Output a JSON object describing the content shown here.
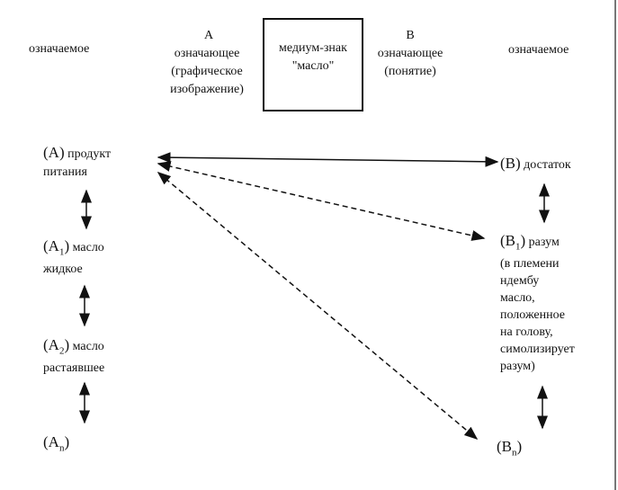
{
  "header": {
    "left_signified": "означаемое",
    "a_letter": "A",
    "a_signifier": [
      "означающее",
      "(графическое",
      "изображение)"
    ],
    "medium": [
      "медиум-знак",
      "\"масло\""
    ],
    "b_letter": "B",
    "b_signifier": [
      "означающее",
      "(понятие)"
    ],
    "right_signified": "означаемое"
  },
  "left": {
    "a": {
      "label": "(A)",
      "text": [
        "продукт",
        "питания"
      ]
    },
    "a1": {
      "label": "(A",
      "sub": "1",
      "close": ")",
      "text": [
        "масло",
        "жидкое"
      ]
    },
    "a2": {
      "label": "(A",
      "sub": "2",
      "close": ")",
      "text": [
        "масло",
        "растаявшее"
      ]
    },
    "an": {
      "label": "(A",
      "sub": "n",
      "close": ")"
    }
  },
  "right": {
    "b": {
      "label": "(B)",
      "text": "достаток"
    },
    "b1": {
      "label": "(B",
      "sub": "1",
      "close": ")",
      "text": [
        "разум",
        "(в племени",
        "ндембу",
        "масло,",
        "положенное",
        "на голову,",
        "симолизирует",
        "разум)"
      ]
    },
    "bn": {
      "label": "(B",
      "sub": "n",
      "close": ")"
    }
  }
}
